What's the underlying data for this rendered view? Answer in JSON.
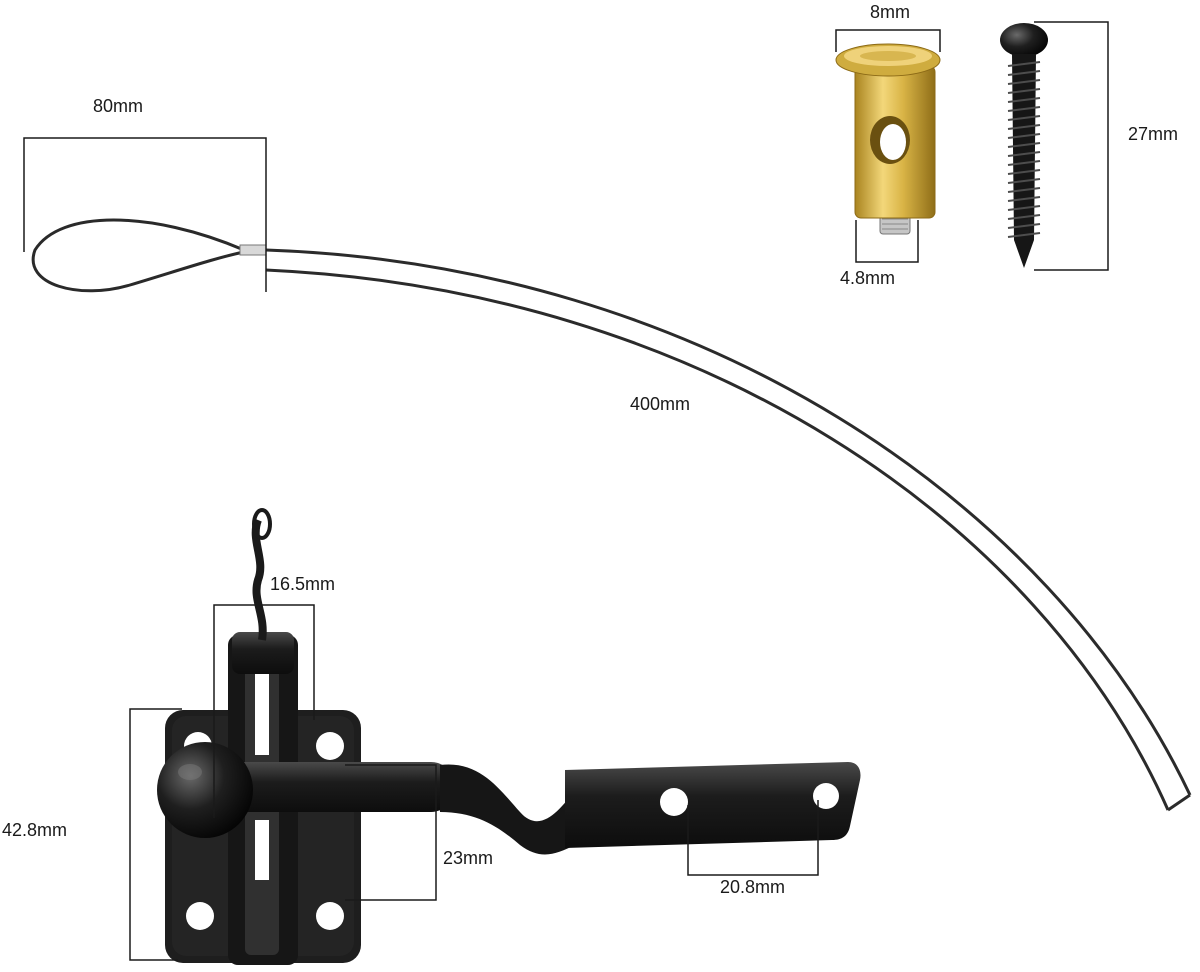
{
  "dimensions": {
    "loop_width": "80mm",
    "cable_length": "400mm",
    "pin_head_width": "8mm",
    "pin_thread_width": "4.8mm",
    "screw_length": "27mm",
    "slot_width": "16.5mm",
    "plate_height": "42.8mm",
    "arm_height": "23mm",
    "hole_spacing": "20.8mm"
  },
  "colors": {
    "line": "#1a1a1a",
    "metal": "#1c1c1c",
    "metal_highlight": "#5a5a5a",
    "brass": "#d4b24a",
    "brass_dark": "#9c7a22",
    "steel": "#bfbfbf"
  }
}
